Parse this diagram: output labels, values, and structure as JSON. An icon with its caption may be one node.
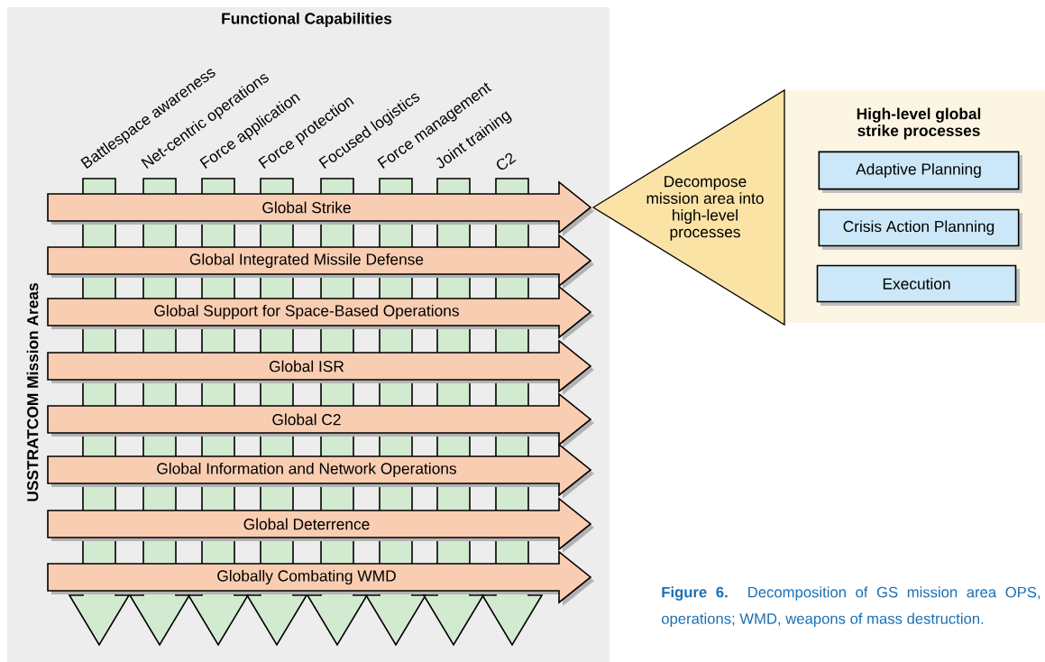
{
  "diagram": {
    "caption": "**Figure 6.** Decomposition of GS mission area OPS, operations; WMD, weapons of mass destruction.",
    "nodes": [
      {
        "text": [
          "Battlespace awareness"
        ]
      },
      {
        "text": [
          "Net-centric operations"
        ]
      },
      {
        "text": [
          "Force application"
        ]
      },
      {
        "text": [
          "Force protection"
        ]
      },
      {
        "text": [
          "Focused logistics"
        ]
      },
      {
        "text": [
          "Force management"
        ]
      },
      {
        "text": [
          "Joint training"
        ]
      },
      {
        "text": [
          "C2"
        ]
      },
      {
        "text": [
          "Global Strike"
        ]
      },
      {
        "text": [
          "Global Integrated Missile Defense"
        ]
      },
      {
        "text": [
          "Global Support for Space-Based Operations"
        ]
      },
      {
        "text": [
          "Global ISR"
        ]
      },
      {
        "text": [
          "Global C2"
        ]
      },
      {
        "text": [
          "Global Information and Network Operations"
        ]
      },
      {
        "text": [
          "Global Deterrence"
        ]
      },
      {
        "text": [
          "Globally Combating WMD"
        ]
      },
      {
        "text": [
          "Decompose mission area into high-level processes"
        ]
      },
      {
        "text": [
          "High-level global strike processes"
        ]
      },
      {
        "text": [
          "Adaptive Planning"
        ],
        "in": 17
      },
      {
        "text": [
          "Crisis Action Planning"
        ],
        "in": 17
      },
      {
        "text": [
          "Execution"
        ],
        "in": 17
      }
    ],
    "labels": [
      "Functional Capabilities",
      "USSTRATCOM Mission Areas"
    ]
  }
}
